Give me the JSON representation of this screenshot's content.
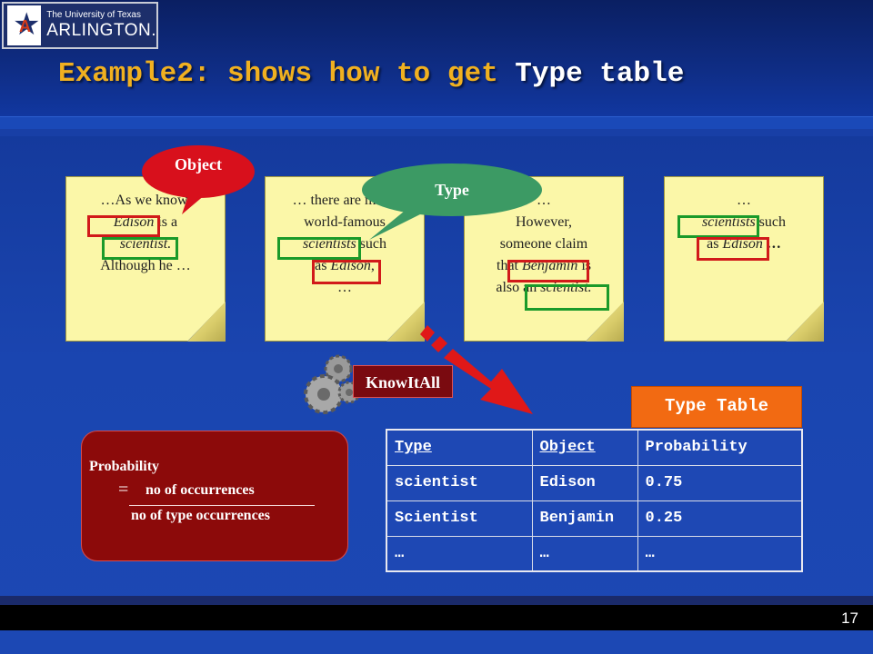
{
  "logo": {
    "line1": "The University of Texas",
    "line2": "ARLINGTON."
  },
  "title": {
    "part1": "Example2: shows how to get ",
    "part2": "Type table"
  },
  "notes": [
    {
      "line1": "…As we know,",
      "line2_word": "Edison",
      "line2_rest": " is a",
      "line3": "scientist.",
      "line4": "Although he …"
    },
    {
      "line1": "… there are many",
      "line2": "world-famous",
      "line3_word": "scientists",
      "line3_rest": " such",
      "line4_pre": "as ",
      "line4_word": "Edison",
      "line4_rest": ",",
      "line5": "…"
    },
    {
      "line1": "…",
      "line2": "However,",
      "line3": "someone claim",
      "line4_pre": "that ",
      "line4_word": "Benjamin",
      "line4_rest": " is",
      "line5_pre": "also an ",
      "line5_word": "scientist."
    },
    {
      "line1": "…",
      "line2_word": "scientists",
      "line2_rest": " such",
      "line3_pre": "as ",
      "line3_word": "Edison",
      "line3_rest": " …"
    }
  ],
  "callouts": {
    "object": "Object",
    "type": "Type"
  },
  "knowitall": "KnowItAll",
  "type_table": {
    "label": "Type Table",
    "headers": [
      "Type",
      "Object",
      "Probability"
    ],
    "rows": [
      [
        "scientist",
        "Edison",
        "0.75"
      ],
      [
        "Scientist",
        "Benjamin",
        "0.25"
      ],
      [
        "…",
        "…",
        "…"
      ]
    ]
  },
  "probability": {
    "label": "Probability",
    "equals": "=",
    "numerator": "no of  occurrences",
    "denominator": "no of  type occurrences"
  },
  "page_number": "17",
  "colors": {
    "title": "#f0b020",
    "note": "#fbf7a8",
    "object_callout": "#d8101c",
    "type_callout": "#3c9a64",
    "table_label": "#f26a12",
    "prob_box": "#8c0a0a"
  }
}
